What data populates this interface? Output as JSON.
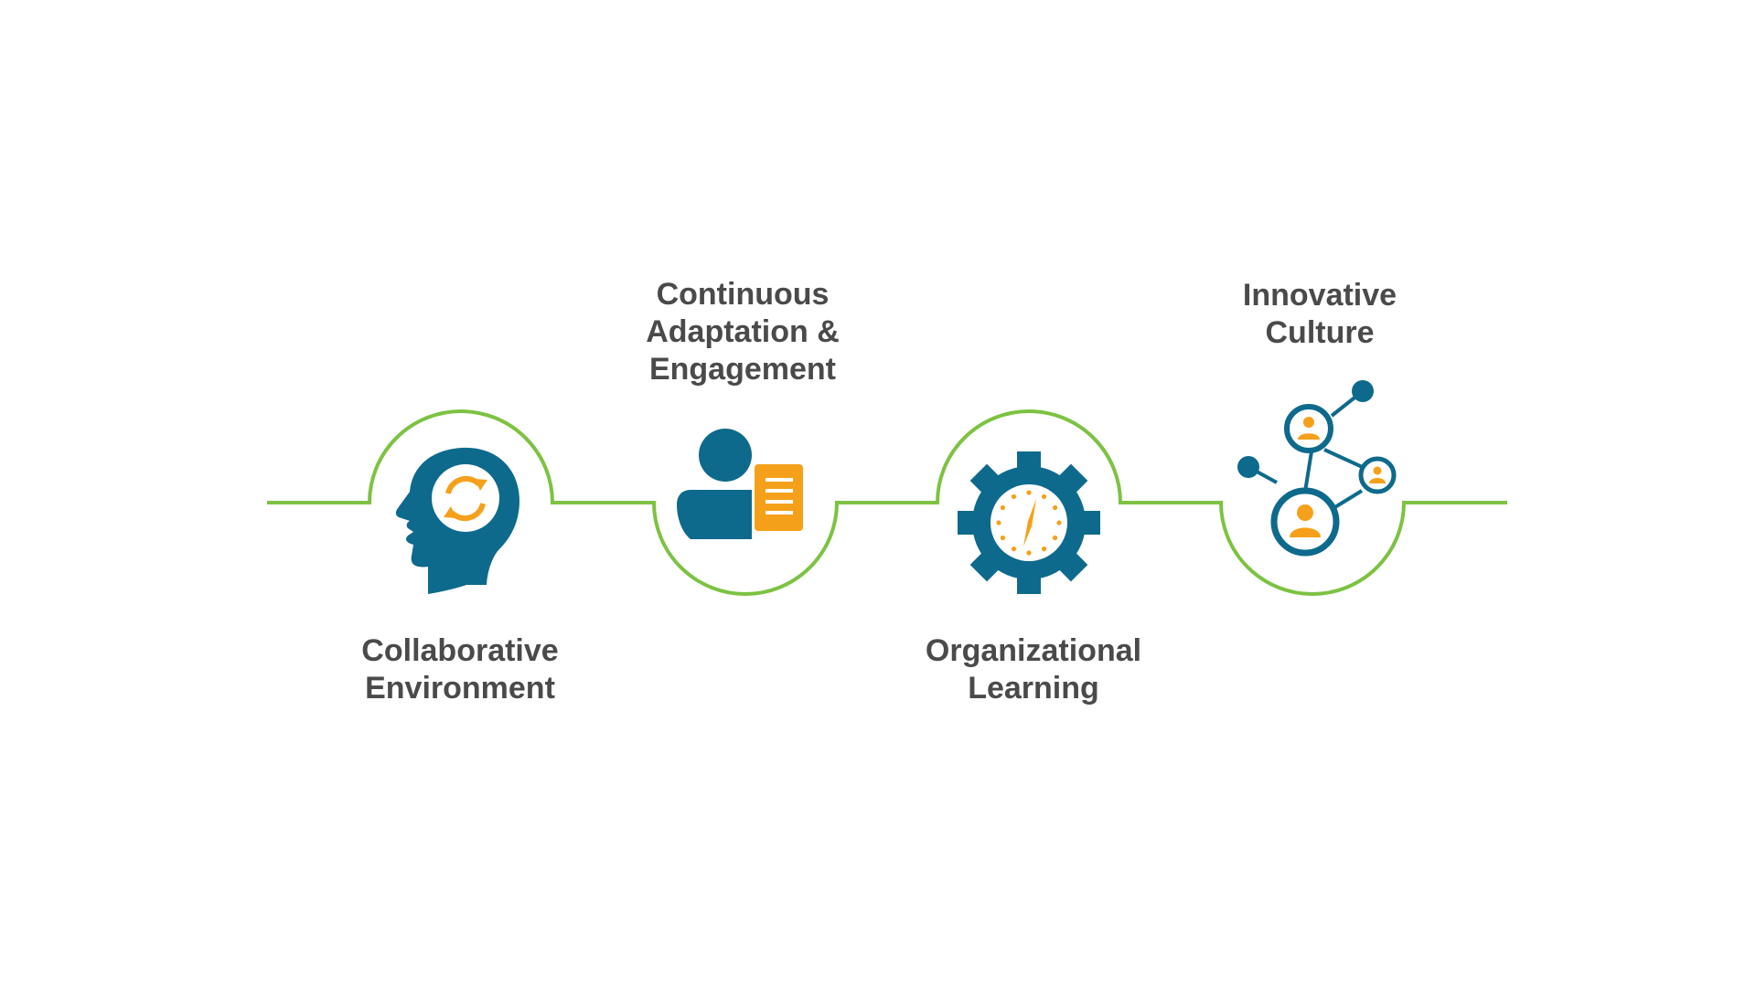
{
  "colors": {
    "connector": "#7dc242",
    "icon_primary": "#0e6a8c",
    "icon_accent": "#f5a01a",
    "text": "#4a4a4a"
  },
  "steps": [
    {
      "label": "Collaborative\nEnvironment",
      "icon": "head-refresh-icon"
    },
    {
      "label": "Continuous\nAdaptation &\nEngagement",
      "icon": "person-document-icon"
    },
    {
      "label": "Organizational\nLearning",
      "icon": "gear-clock-icon"
    },
    {
      "label": "Innovative\nCulture",
      "icon": "people-network-icon"
    }
  ]
}
